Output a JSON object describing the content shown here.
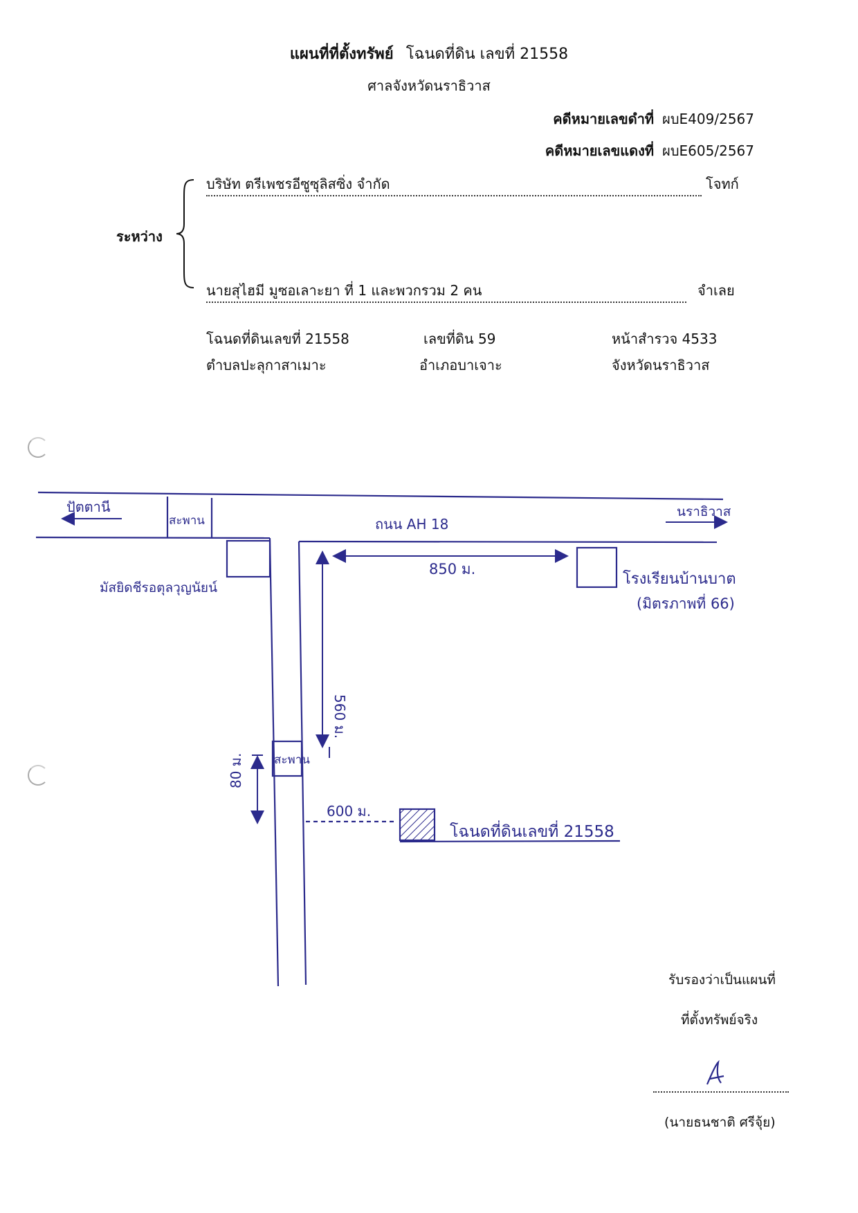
{
  "header": {
    "title_bold": "แผนที่ที่ตั้งทรัพย์",
    "title_rest": "โฉนดที่ดิน เลขที่  21558",
    "court": "ศาลจังหวัดนราธิวาส",
    "black_case_label": "คดีหมายเลขดำที่",
    "black_case_no": "ผบE409/2567",
    "red_case_label": "คดีหมายเลขแดงที่",
    "red_case_no": "ผบE605/2567"
  },
  "parties": {
    "between": "ระหว่าง",
    "plaintiff": "บริษัท ตรีเพชรอีซูซุลิสซิ่ง จำกัด",
    "plaintiff_role": "โจทก์",
    "defendant": "นายสุไฮมี  มูซอเลาะยา  ที่ 1 และพวกรวม 2 คน",
    "defendant_role": "จำเลย"
  },
  "land_info": {
    "deed": "โฉนดที่ดินเลขที่  21558",
    "land_no": "เลขที่ดิน 59",
    "survey": "หน้าสำรวจ 4533",
    "subdistrict": "ตำบลปะลุกาสาเมาะ",
    "district": "อำเภอบาเจาะ",
    "province": "จังหวัดนราธิวาส"
  },
  "map_labels": {
    "west": "ปัตตานี",
    "bridge_top": "สะพาน",
    "road": "ถนน AH 18",
    "east": "นราธิวาส",
    "mosque": "มัสยิดชีรอตุลวุญนัยน์",
    "dist_850": "850  ม.",
    "school_1": "โรงเรียนบ้านบาต",
    "school_2": "(มิตรภาพที่ 66)",
    "dist_560": "560 ม.",
    "bridge_mid": "สะพาน",
    "dist_80": "80 ม.",
    "dist_600": "600 ม.",
    "parcel": "โฉนดที่ดินเลขที่ 21558"
  },
  "certification": {
    "line1": "รับรองว่าเป็นแผนที่",
    "line2": "ที่ตั้งทรัพย์จริง",
    "signer": "(นายธนชาติ  ศรีจุ้ย)"
  }
}
